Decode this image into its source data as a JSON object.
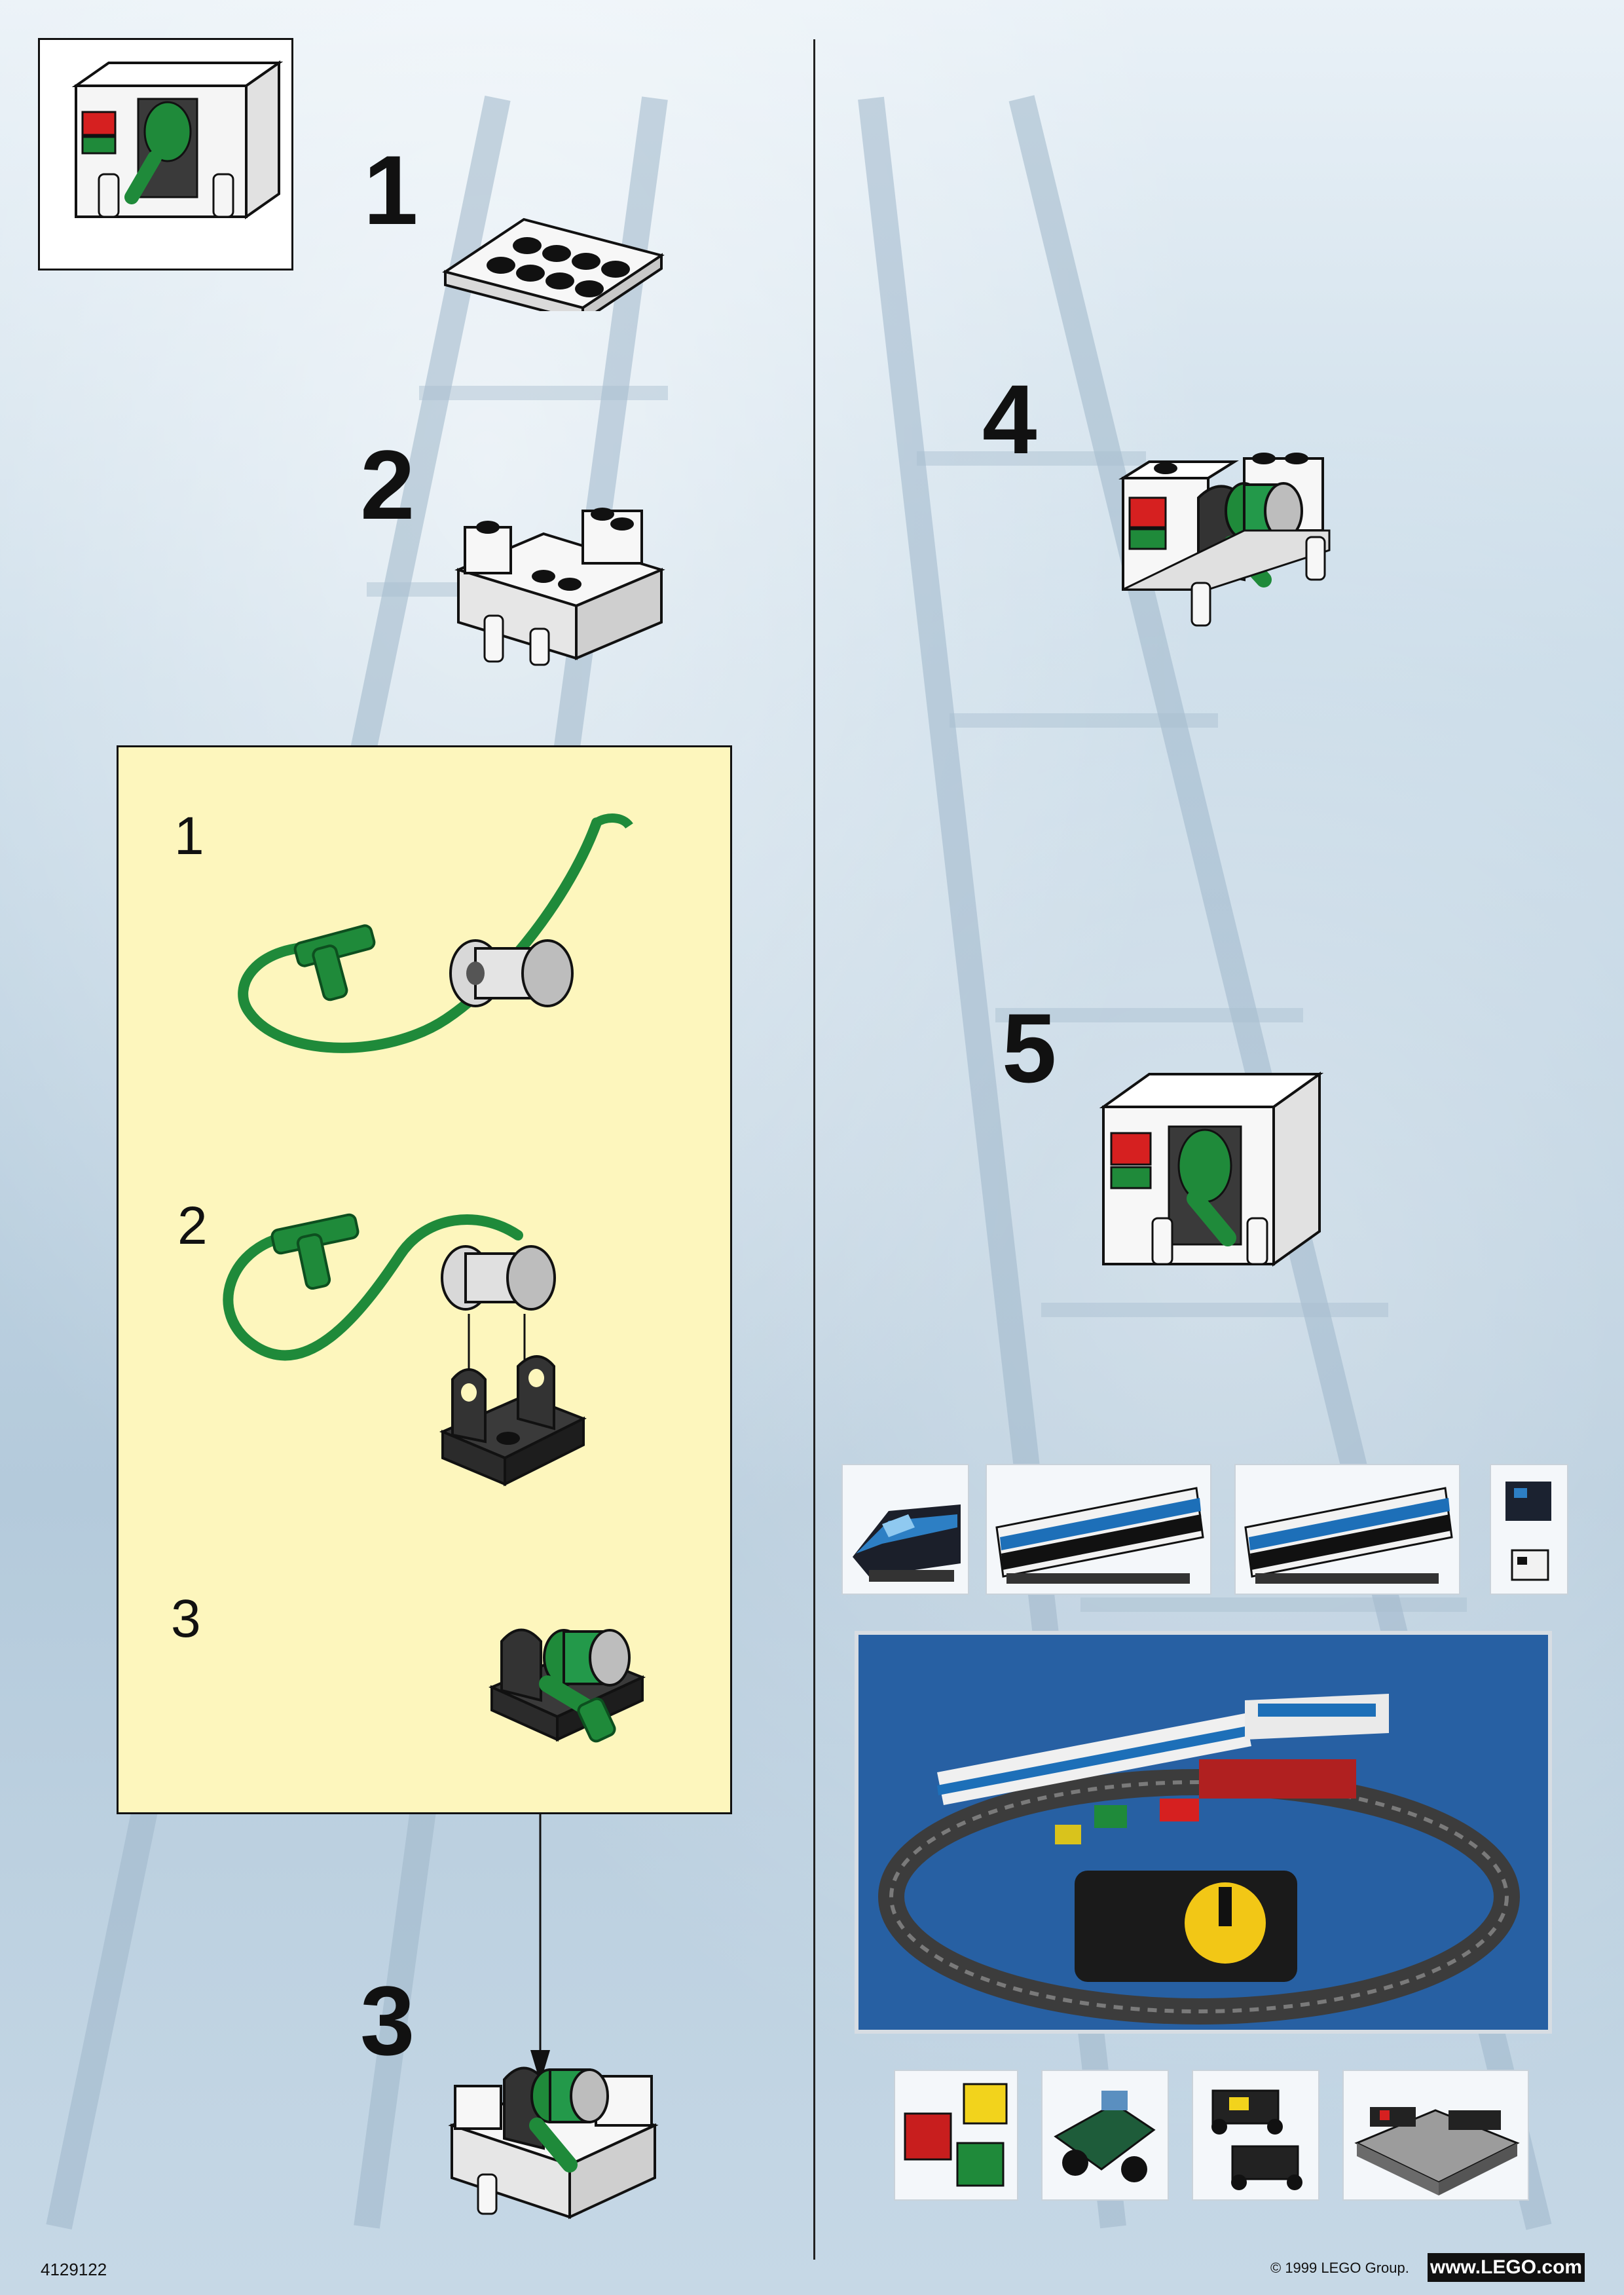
{
  "steps": {
    "s1": "1",
    "s2": "2",
    "s3": "3",
    "s4": "4",
    "s5": "5"
  },
  "substeps": {
    "a": "1",
    "b": "2",
    "c": "3"
  },
  "footer": {
    "part_number": "4129122",
    "copyright": "© 1999 LEGO Group.",
    "website": "www.LEGO.com"
  },
  "colors": {
    "brick_green": "#1f8a3a",
    "brick_white": "#f5f5f5",
    "brick_dark": "#2b2b2b",
    "panel_yellow": "#fdf6bd",
    "background_blue": "#b9cfe0"
  },
  "icons": {
    "arrow": "down-arrow-icon"
  }
}
